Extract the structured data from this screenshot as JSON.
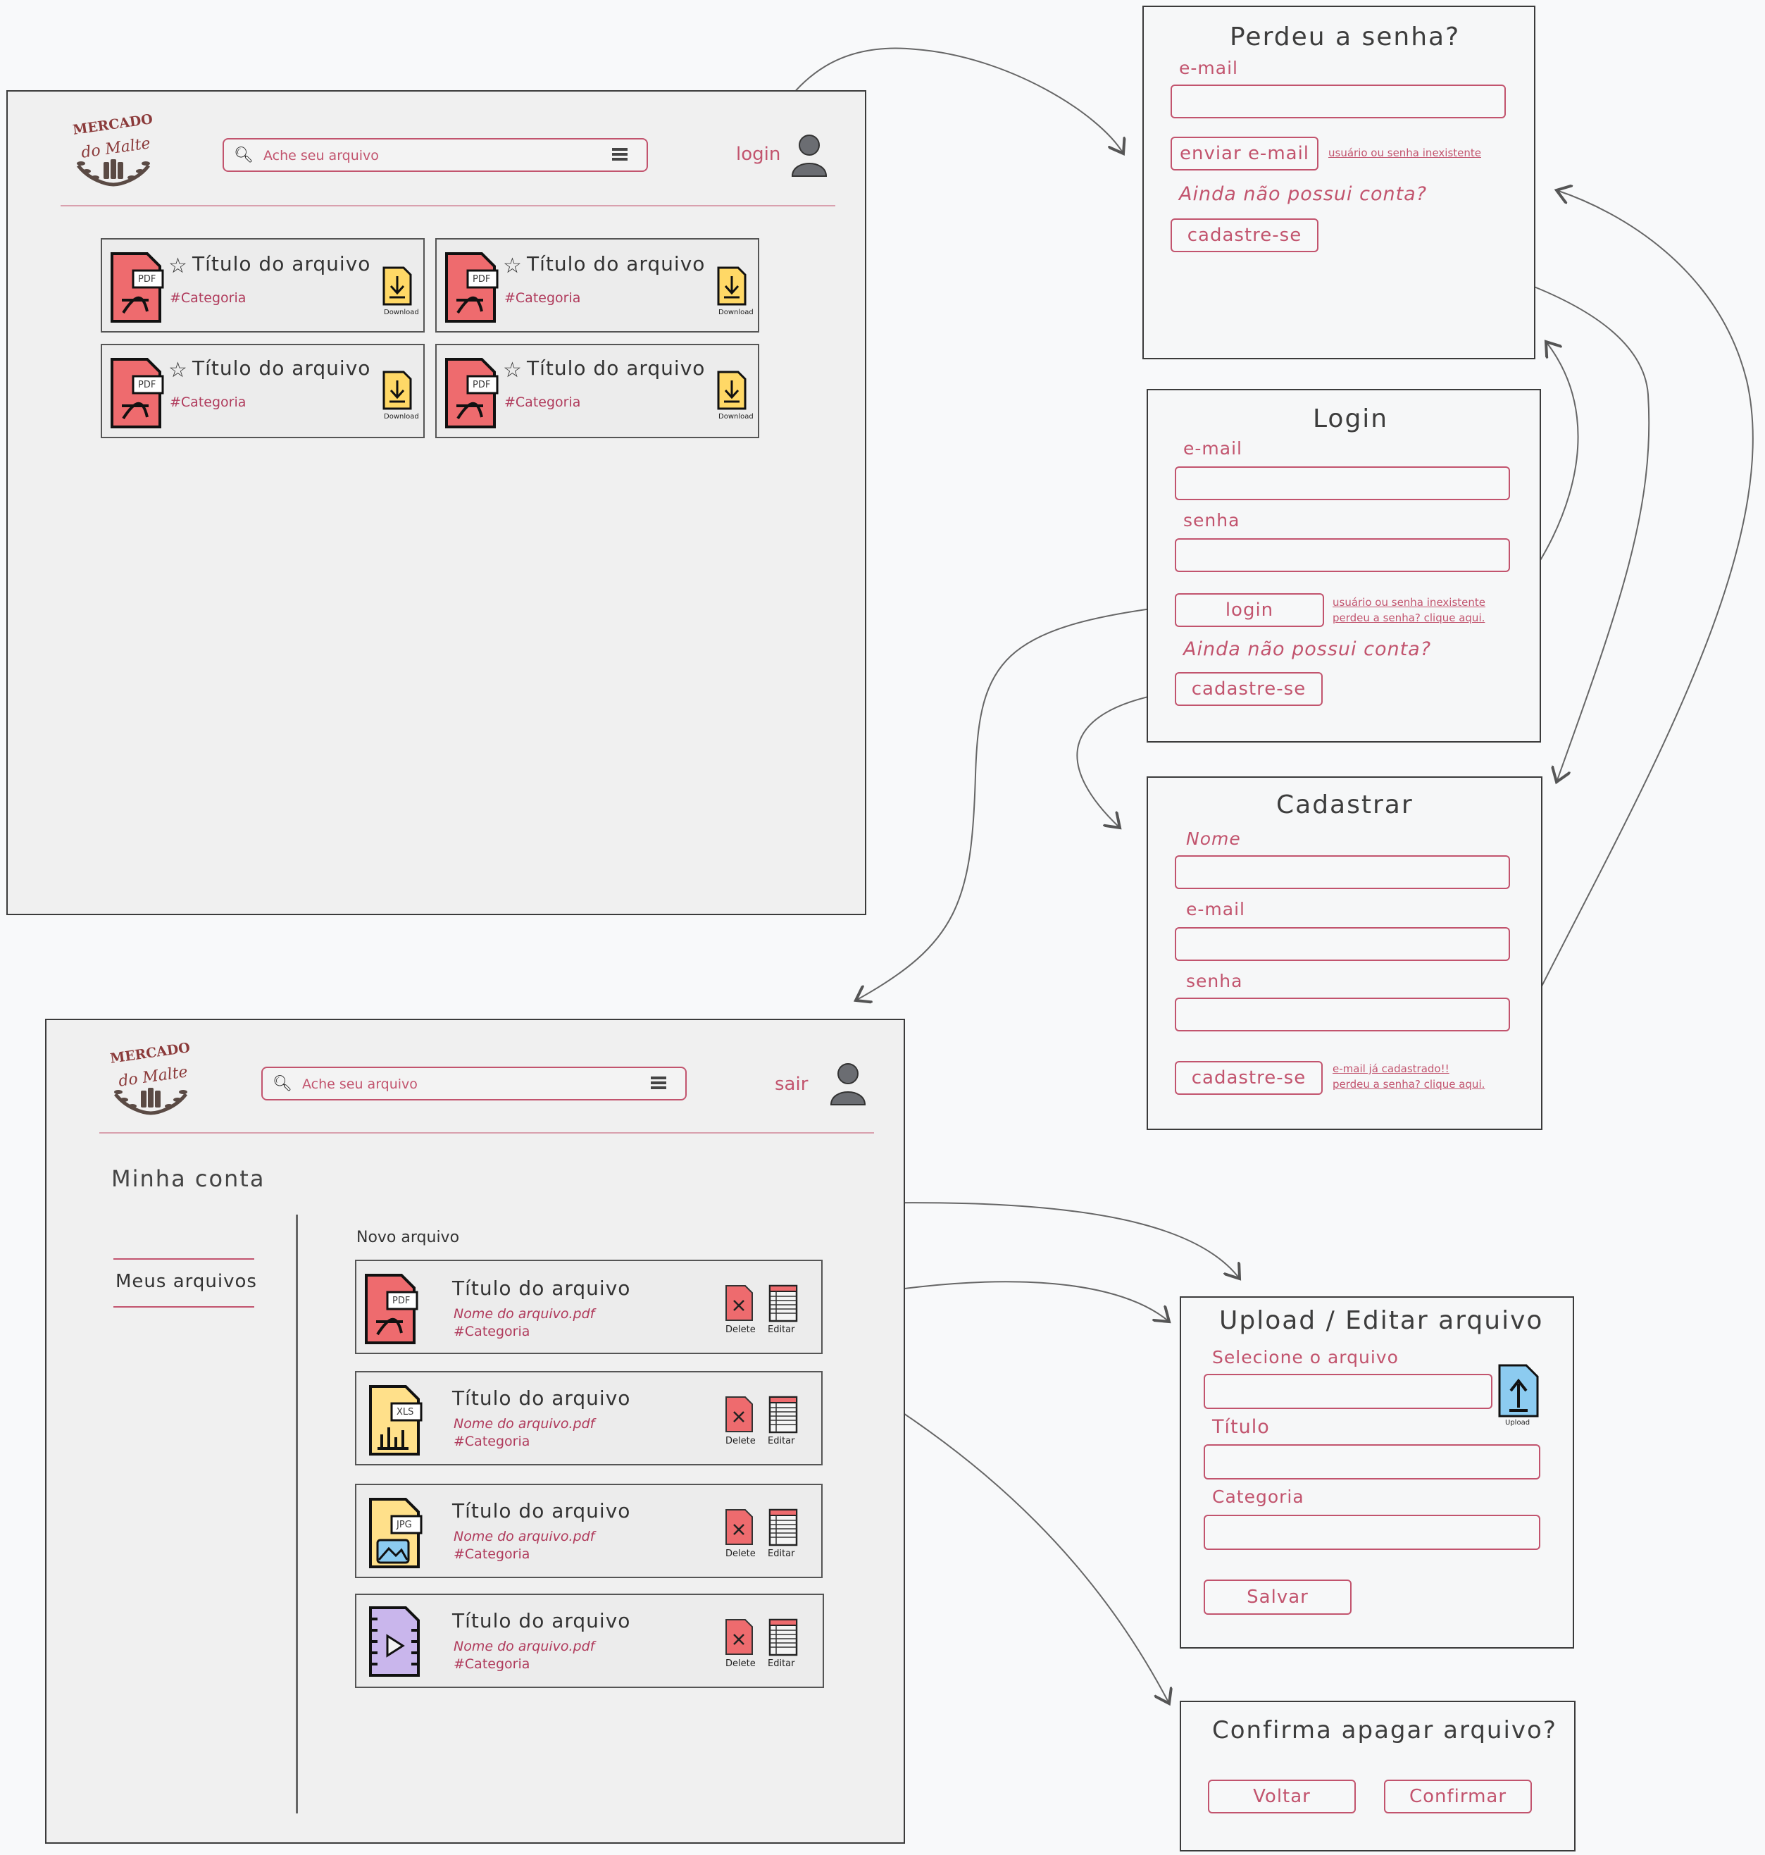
{
  "home": {
    "logo": {
      "line1": "MERCADO",
      "line2": "do Malte"
    },
    "search_placeholder": "Ache seu arquivo",
    "login_label": "login",
    "cards": [
      {
        "badge": "PDF",
        "title": "Título do arquivo",
        "category": "#Categoria",
        "download": "Download"
      },
      {
        "badge": "PDF",
        "title": "Título do arquivo",
        "category": "#Categoria",
        "download": "Download"
      },
      {
        "badge": "PDF",
        "title": "Título do arquivo",
        "category": "#Categoria",
        "download": "Download"
      },
      {
        "badge": "PDF",
        "title": "Título do arquivo",
        "category": "#Categoria",
        "download": "Download"
      }
    ]
  },
  "account": {
    "logo": {
      "line1": "MERCADO",
      "line2": "do Malte"
    },
    "search_placeholder": "Ache seu arquivo",
    "logout_label": "sair",
    "heading": "Minha conta",
    "sidebar_item": "Meus arquivos",
    "new_file": "Novo arquivo",
    "files": [
      {
        "badge": "PDF",
        "title": "Título do arquivo",
        "filename": "Nome do arquivo.pdf",
        "category": "#Categoria",
        "delete": "Delete",
        "edit": "Editar"
      },
      {
        "badge": "XLS",
        "title": "Título do arquivo",
        "filename": "Nome do arquivo.pdf",
        "category": "#Categoria",
        "delete": "Delete",
        "edit": "Editar"
      },
      {
        "badge": "JPG",
        "title": "Título do arquivo",
        "filename": "Nome do arquivo.pdf",
        "category": "#Categoria",
        "delete": "Delete",
        "edit": "Editar"
      },
      {
        "badge": "",
        "title": "Título do arquivo",
        "filename": "Nome do arquivo.pdf",
        "category": "#Categoria",
        "delete": "Delete",
        "edit": "Editar"
      }
    ]
  },
  "forgot": {
    "title": "Perdeu a senha?",
    "email_label": "e-mail",
    "send_button": "enviar e-mail",
    "error_link": "usuário ou senha inexistente",
    "no_account": "Ainda não possui conta?",
    "register_button": "cadastre-se"
  },
  "login": {
    "title": "Login",
    "email_label": "e-mail",
    "password_label": "senha",
    "login_button": "login",
    "error_link": "usuário ou senha inexistente",
    "forgot_link": "perdeu a senha? clique aqui.",
    "no_account": "Ainda não possui conta?",
    "register_button": "cadastre-se"
  },
  "register": {
    "title": "Cadastrar",
    "name_label": "Nome",
    "email_label": "e-mail",
    "password_label": "senha",
    "register_button": "cadastre-se",
    "error_link": "e-mail já cadastrado!!",
    "forgot_link": "perdeu a senha? clique aqui."
  },
  "upload": {
    "title": "Upload / Editar arquivo",
    "file_label": "Selecione o arquivo",
    "upload_caption": "Upload",
    "title_label": "Título",
    "category_label": "Categoria",
    "save_button": "Salvar"
  },
  "confirm": {
    "title": "Confirma apagar arquivo?",
    "back_button": "Voltar",
    "confirm_button": "Confirmar"
  },
  "colors": {
    "accent": "#c2546e",
    "pdf": "#ee6b6e",
    "xls": "#ffe08a",
    "jpg": "#ffe08a",
    "video": "#c9b6ec",
    "upload": "#8ccbf0"
  }
}
